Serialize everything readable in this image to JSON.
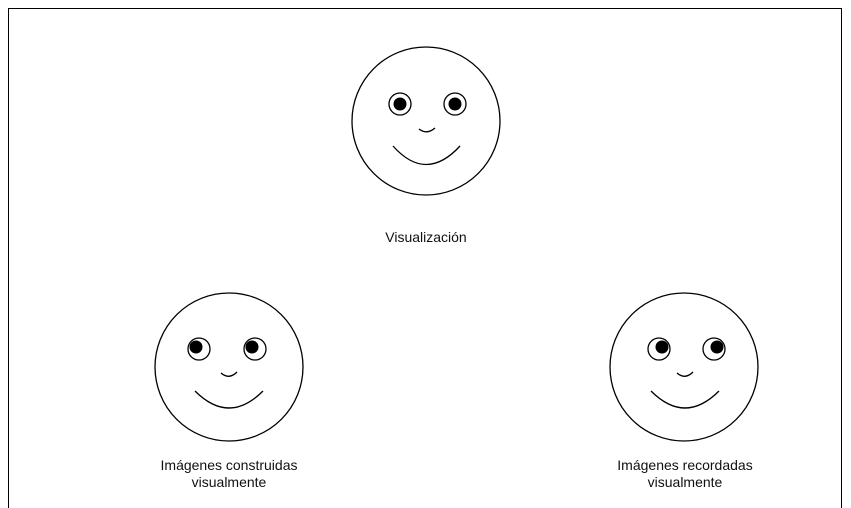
{
  "faces": [
    {
      "caption_lines": [
        "Visualización"
      ],
      "gaze": "center"
    },
    {
      "caption_lines": [
        "Imágenes construidas",
        "visualmente"
      ],
      "gaze": "up-left"
    },
    {
      "caption_lines": [
        "Imágenes recordadas",
        "visualmente"
      ],
      "gaze": "up-right"
    }
  ],
  "colors": {
    "stroke": "#000000",
    "background": "#ffffff"
  }
}
